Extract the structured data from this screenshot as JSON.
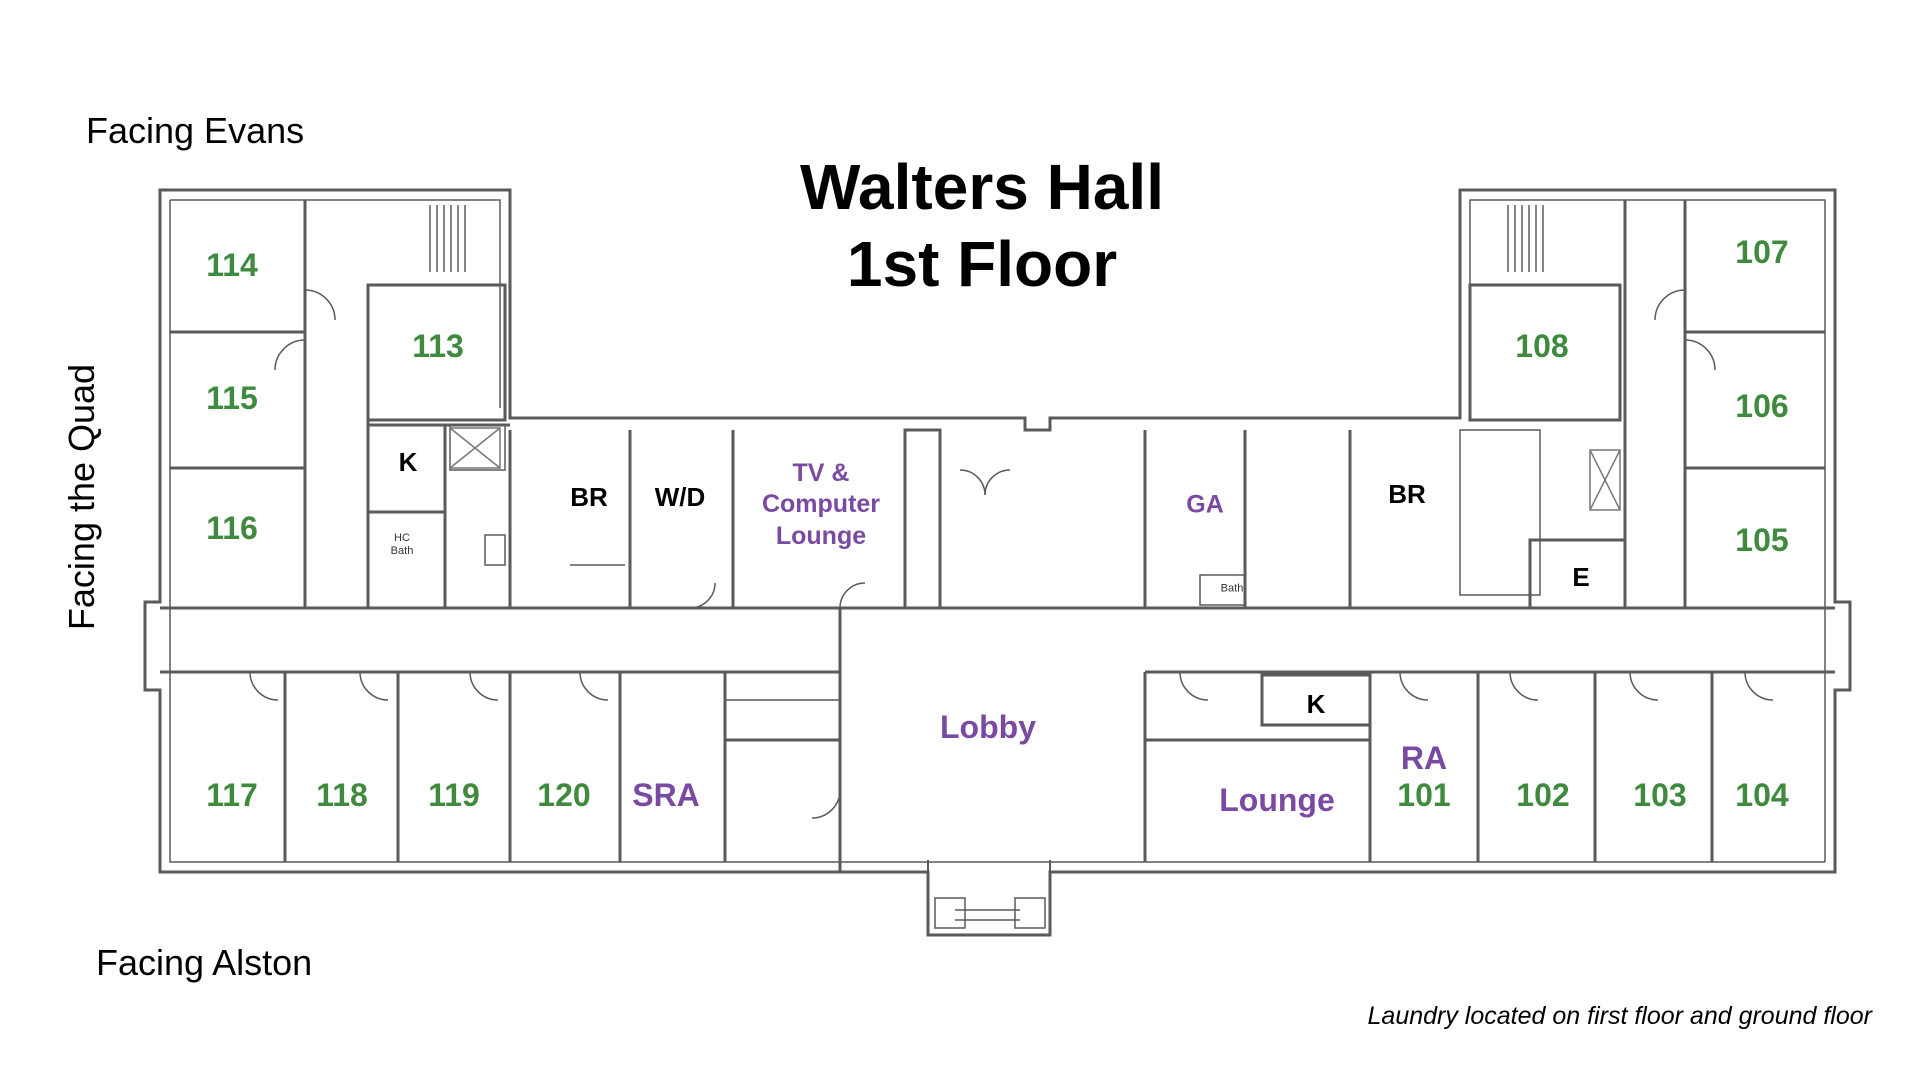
{
  "title": {
    "line1": "Walters Hall",
    "line2": "1st Floor"
  },
  "orientation": {
    "top": "Facing Evans",
    "left": "Facing the Quad",
    "bottom": "Facing Alston"
  },
  "note": "Laundry located on first floor and ground floor",
  "colors": {
    "residence_room": "#3f8a3f",
    "common_area": "#7a4aa3",
    "utility": "#000000",
    "walls": "#5a5a5a"
  },
  "rooms": {
    "r114": "114",
    "r115": "115",
    "r116": "116",
    "r113": "113",
    "r107": "107",
    "r108": "108",
    "r106": "106",
    "r105": "105",
    "r117": "117",
    "r118": "118",
    "r119": "119",
    "r120": "120",
    "r101": "101",
    "r102": "102",
    "r103": "103",
    "r104": "104"
  },
  "common": {
    "sra": "SRA",
    "lobby": "Lobby",
    "lounge": "Lounge",
    "ra": "RA",
    "tv_line1": "TV &",
    "tv_line2": "Computer",
    "tv_line3": "Lounge",
    "ga": "GA"
  },
  "utility": {
    "k_west": "K",
    "br_west": "BR",
    "wd": "W/D",
    "br_east": "BR",
    "e": "E",
    "k_east": "K"
  },
  "small": {
    "hc_line1": "HC",
    "hc_line2": "Bath",
    "bath": "Bath"
  }
}
